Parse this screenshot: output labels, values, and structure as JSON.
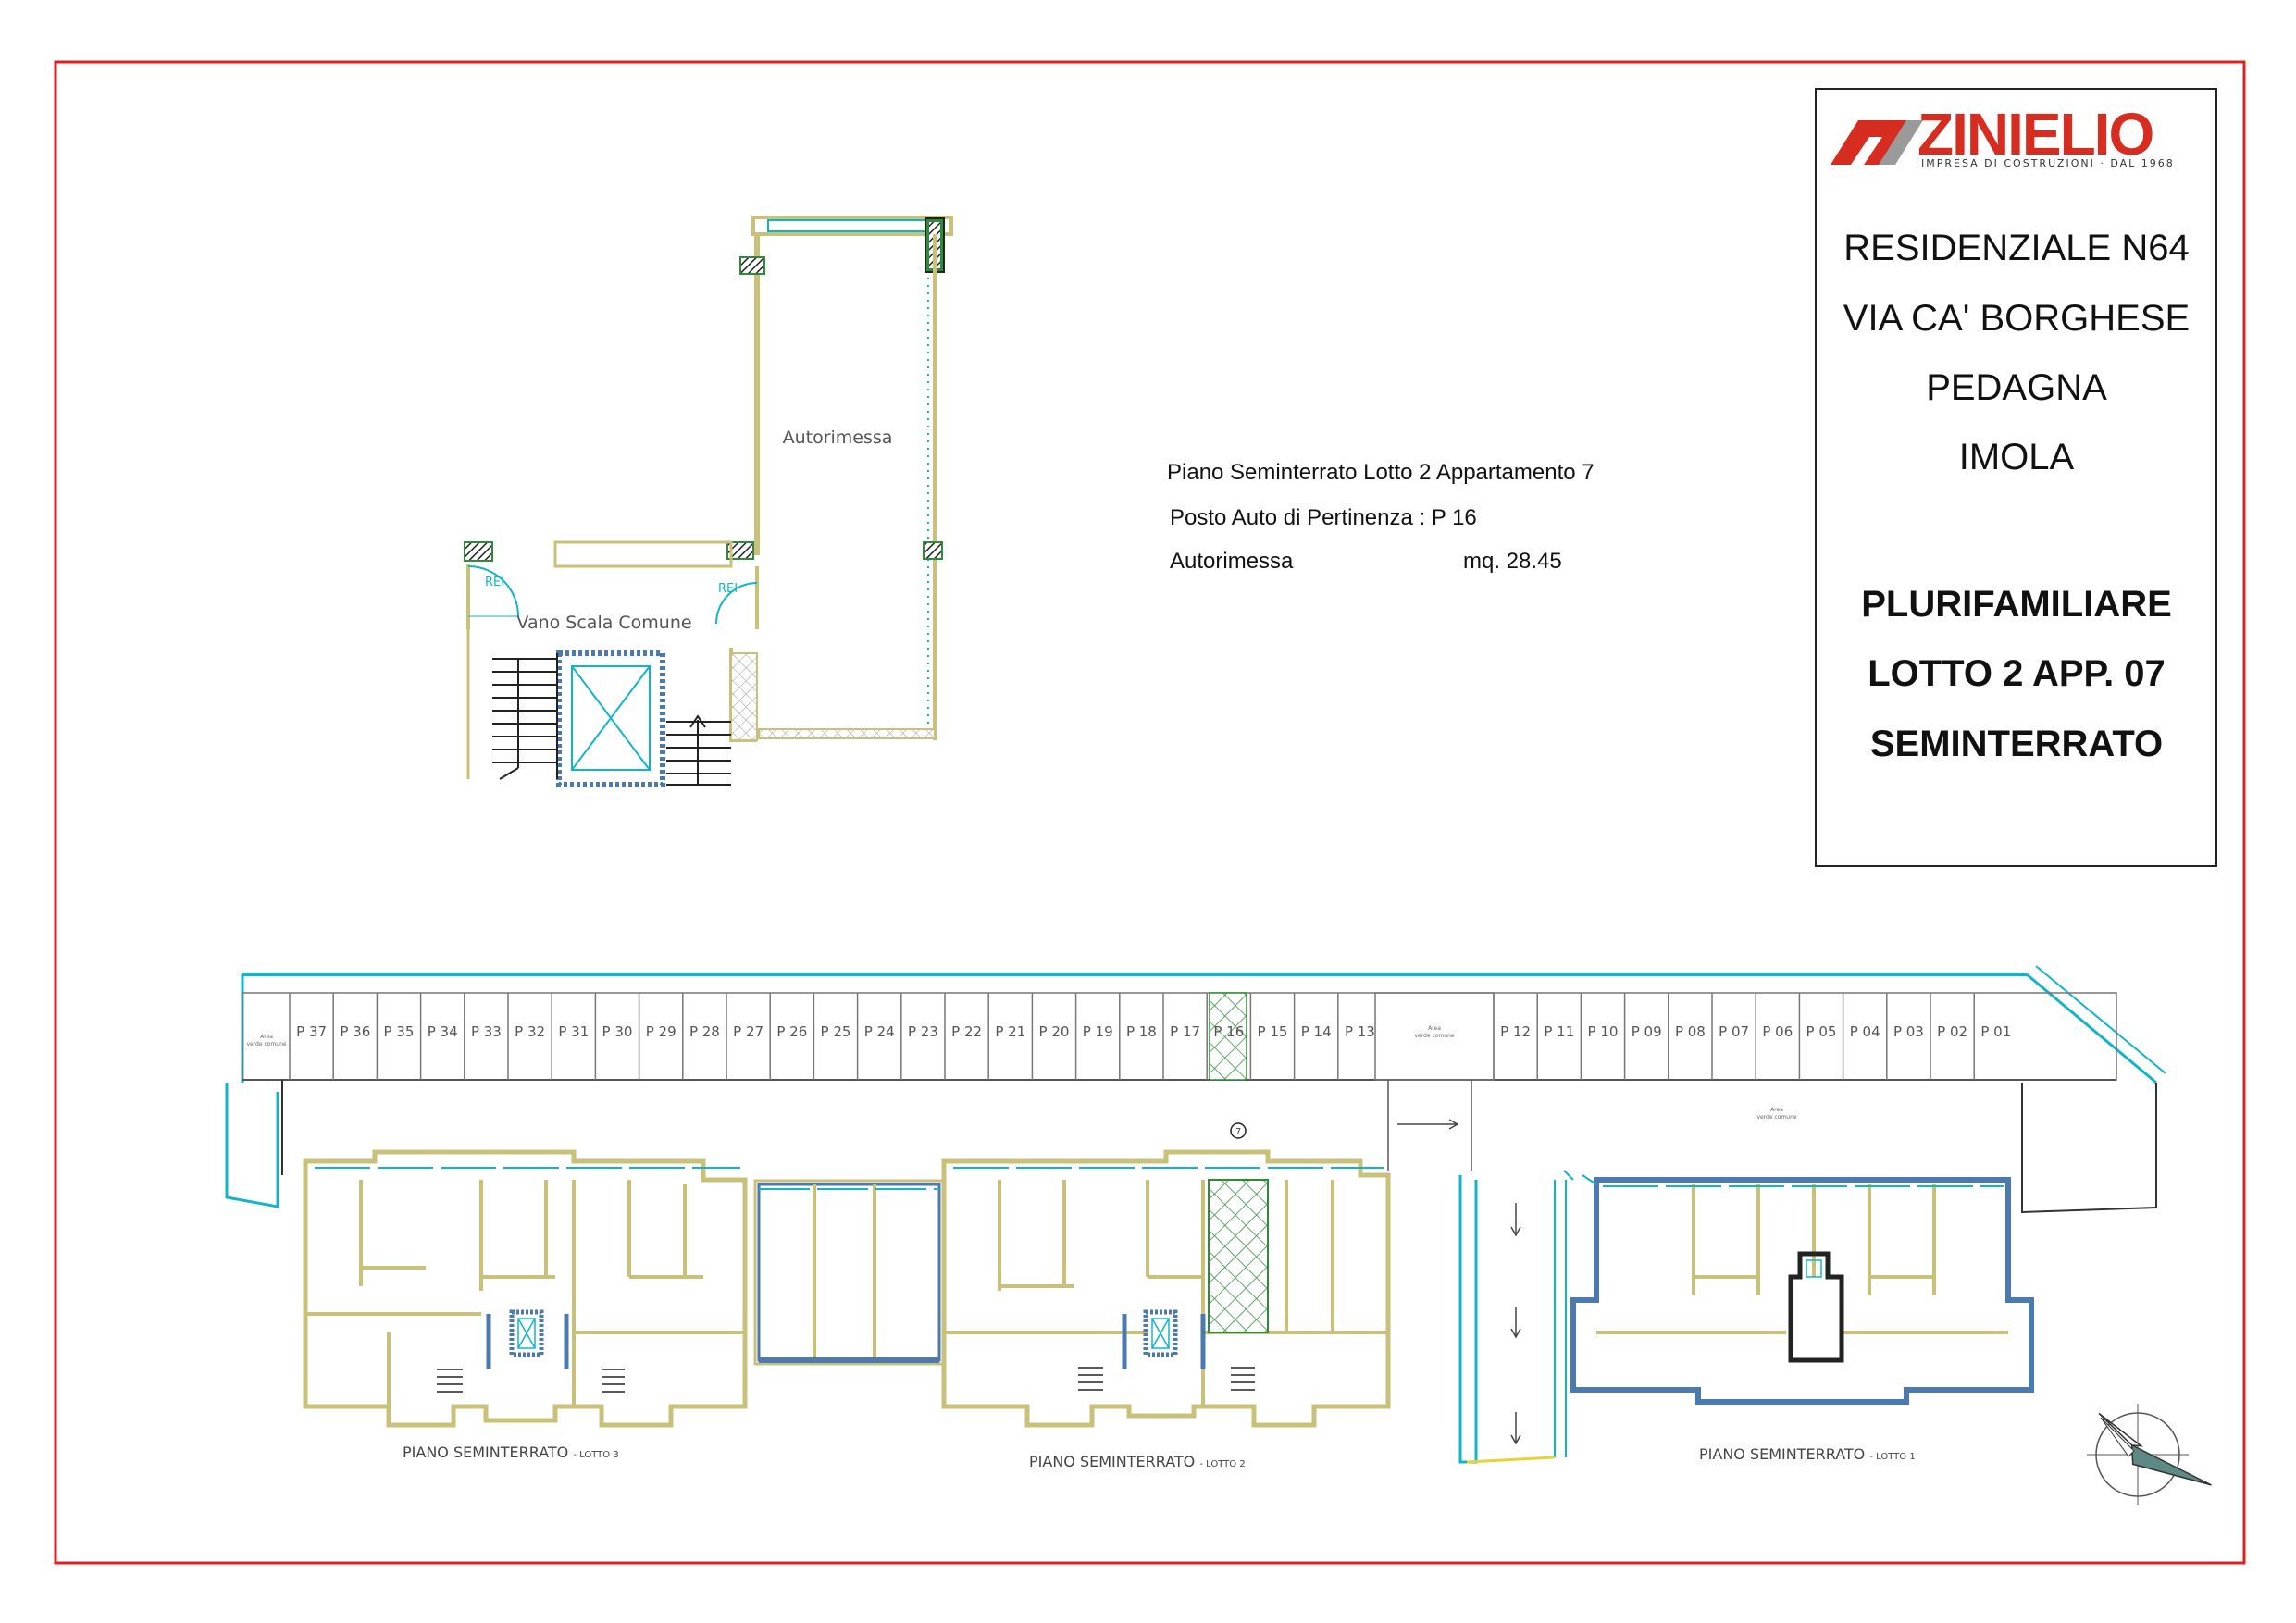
{
  "title_block": {
    "logo_name": "ZINIELIO",
    "logo_tagline": "IMPRESA DI COSTRUZIONI · DAL 1968",
    "line1": "RESIDENZIALE  N64",
    "line2": "VIA CA' BORGHESE",
    "line3": "PEDAGNA",
    "line4": "IMOLA",
    "line5": "PLURIFAMILIARE",
    "line6": "LOTTO 2 APP. 07",
    "line7": "SEMINTERRATO"
  },
  "info": {
    "heading": "Piano Seminterrato Lotto 2 Appartamento 7",
    "parking_label": "Posto Auto di Pertinenza : P 16",
    "garage_label": "Autorimessa",
    "garage_area": "mq. 28.45"
  },
  "detail_plan": {
    "garage_room": "Autorimessa",
    "stair_room": "Vano Scala Comune",
    "door_left": "REI",
    "door_right": "REI"
  },
  "overview_plan": {
    "parking_left": [
      "P 37",
      "P 36",
      "P 35",
      "P 34",
      "P 33",
      "P 32",
      "P 31",
      "P 30",
      "P 29",
      "P 28",
      "P 27",
      "P 26",
      "P 25",
      "P 24",
      "P 23",
      "P 22",
      "P 21",
      "P 20",
      "P 19",
      "P 18",
      "P 17",
      "P 16",
      "P 15",
      "P 14",
      "P 13"
    ],
    "parking_right": [
      "P 12",
      "P 11",
      "P 10",
      "P 09",
      "P 08",
      "P 07",
      "P 06",
      "P 05",
      "P 04",
      "P 03",
      "P 02",
      "P 01"
    ],
    "highlighted_space": "P 16",
    "marker": "7",
    "lotto3_label": "PIANO SEMINTERRATO",
    "lotto3_sub": "- LOTTO 3",
    "lotto2_label": "PIANO SEMINTERRATO",
    "lotto2_sub": "- LOTTO 2",
    "lotto1_label": "PIANO SEMINTERRATO",
    "lotto1_sub": "- LOTTO 1"
  },
  "colors": {
    "frame": "#e02020",
    "wall": "#c9c07a",
    "fixture": "#12b5c8",
    "structure": "#4a7ab0",
    "highlight": "#2e8b3a"
  },
  "icons": {
    "compass": "north-arrow-icon",
    "logo": "zinielio-logo-icon"
  }
}
